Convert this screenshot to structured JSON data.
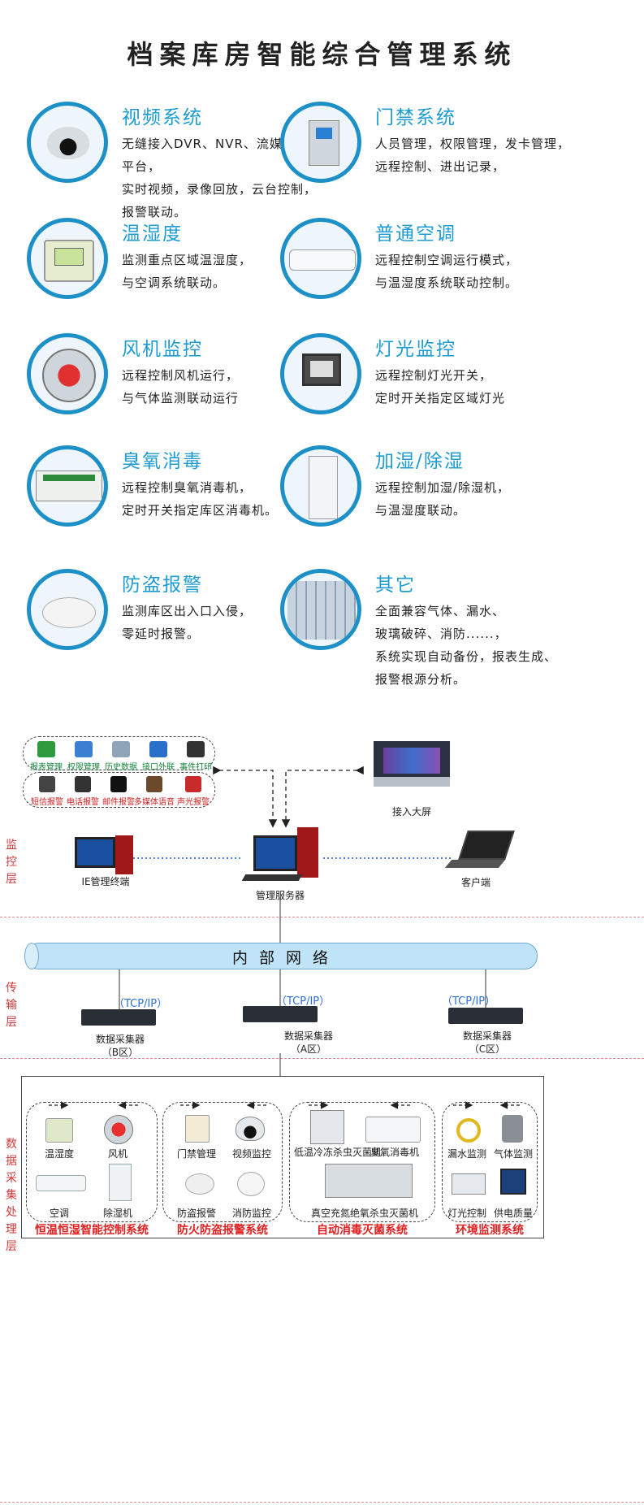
{
  "title": "档案库房智能综合管理系统",
  "features": [
    {
      "name": "视频系统",
      "lines": [
        "无缝接入DVR、NVR、流媒体服务",
        "平台，",
        "实时视频，录像回放，云台控制，",
        "报警联动。"
      ],
      "icon": "camera-icon"
    },
    {
      "name": "门禁系统",
      "lines": [
        "人员管理，权限管理，发卡管理，",
        "远程控制、进出记录，"
      ],
      "icon": "access-control-icon"
    },
    {
      "name": "温湿度",
      "lines": [
        "监测重点区域温湿度，",
        "与空调系统联动。"
      ],
      "icon": "thermometer-icon"
    },
    {
      "name": "普通空调",
      "lines": [
        "远程控制空调运行模式，",
        "与温湿度系统联动控制。"
      ],
      "icon": "air-conditioner-icon"
    },
    {
      "name": "风机监控",
      "lines": [
        "远程控制风机运行，",
        "与气体监测联动运行"
      ],
      "icon": "fan-icon"
    },
    {
      "name": "灯光监控",
      "lines": [
        "远程控制灯光开关，",
        "定时开关指定区域灯光"
      ],
      "icon": "floodlight-icon"
    },
    {
      "name": "臭氧消毒",
      "lines": [
        "远程控制臭氧消毒机，",
        "定时开关指定库区消毒机。"
      ],
      "icon": "ozone-sterilizer-icon"
    },
    {
      "name": "加湿/除湿",
      "lines": [
        "远程控制加湿/除湿机，",
        "与温湿度联动。"
      ],
      "icon": "dehumidifier-icon"
    },
    {
      "name": "防盗报警",
      "lines": [
        "监测库区出入口入侵，",
        "零延时报警。"
      ],
      "icon": "motion-sensor-icon"
    },
    {
      "name": "其它",
      "lines": [
        "全面兼容气体、漏水、",
        "玻璃破碎、消防......，",
        "系统实现自动备份，报表生成、",
        "报警根源分析。"
      ],
      "icon": "archive-shelf-icon"
    }
  ],
  "diagram": {
    "layers": {
      "monitor": "监控层",
      "transport": "传输层",
      "collect": "数据采集处理层"
    },
    "tools": [
      "报表管理",
      "权限管理",
      "历史数据",
      "接口外联",
      "事件打印"
    ],
    "alarms": [
      "短信报警",
      "电话报警",
      "邮件报警",
      "多媒体语音",
      "声光报警"
    ],
    "big_screen": "接入大屏",
    "ie_terminal": "IE管理终端",
    "server": "管理服务器",
    "client": "客户端",
    "network": "内 部 网 络",
    "tcp": "（TCP/IP）",
    "collectors": [
      {
        "name": "数据采集器",
        "zone": "（B区）"
      },
      {
        "name": "数据采集器",
        "zone": "（A区）"
      },
      {
        "name": "数据采集器",
        "zone": "（C区）"
      }
    ],
    "groups": [
      {
        "title": "恒温恒湿智能控制系统",
        "devices": [
          "温湿度",
          "风机",
          "空调",
          "除湿机"
        ]
      },
      {
        "title": "防火防盗报警系统",
        "devices": [
          "门禁管理",
          "视频监控",
          "防盗报警",
          "消防监控"
        ]
      },
      {
        "title": "自动消毒灭菌系统",
        "devices": [
          "低温冷冻杀虫灭菌机",
          "臭氧消毒机",
          "真空充氮绝氧杀虫灭菌机"
        ]
      },
      {
        "title": "环境监测系统",
        "devices": [
          "漏水监测",
          "气体监测",
          "灯光控制",
          "供电质量"
        ]
      }
    ],
    "dev_line2": "灭菌机"
  }
}
